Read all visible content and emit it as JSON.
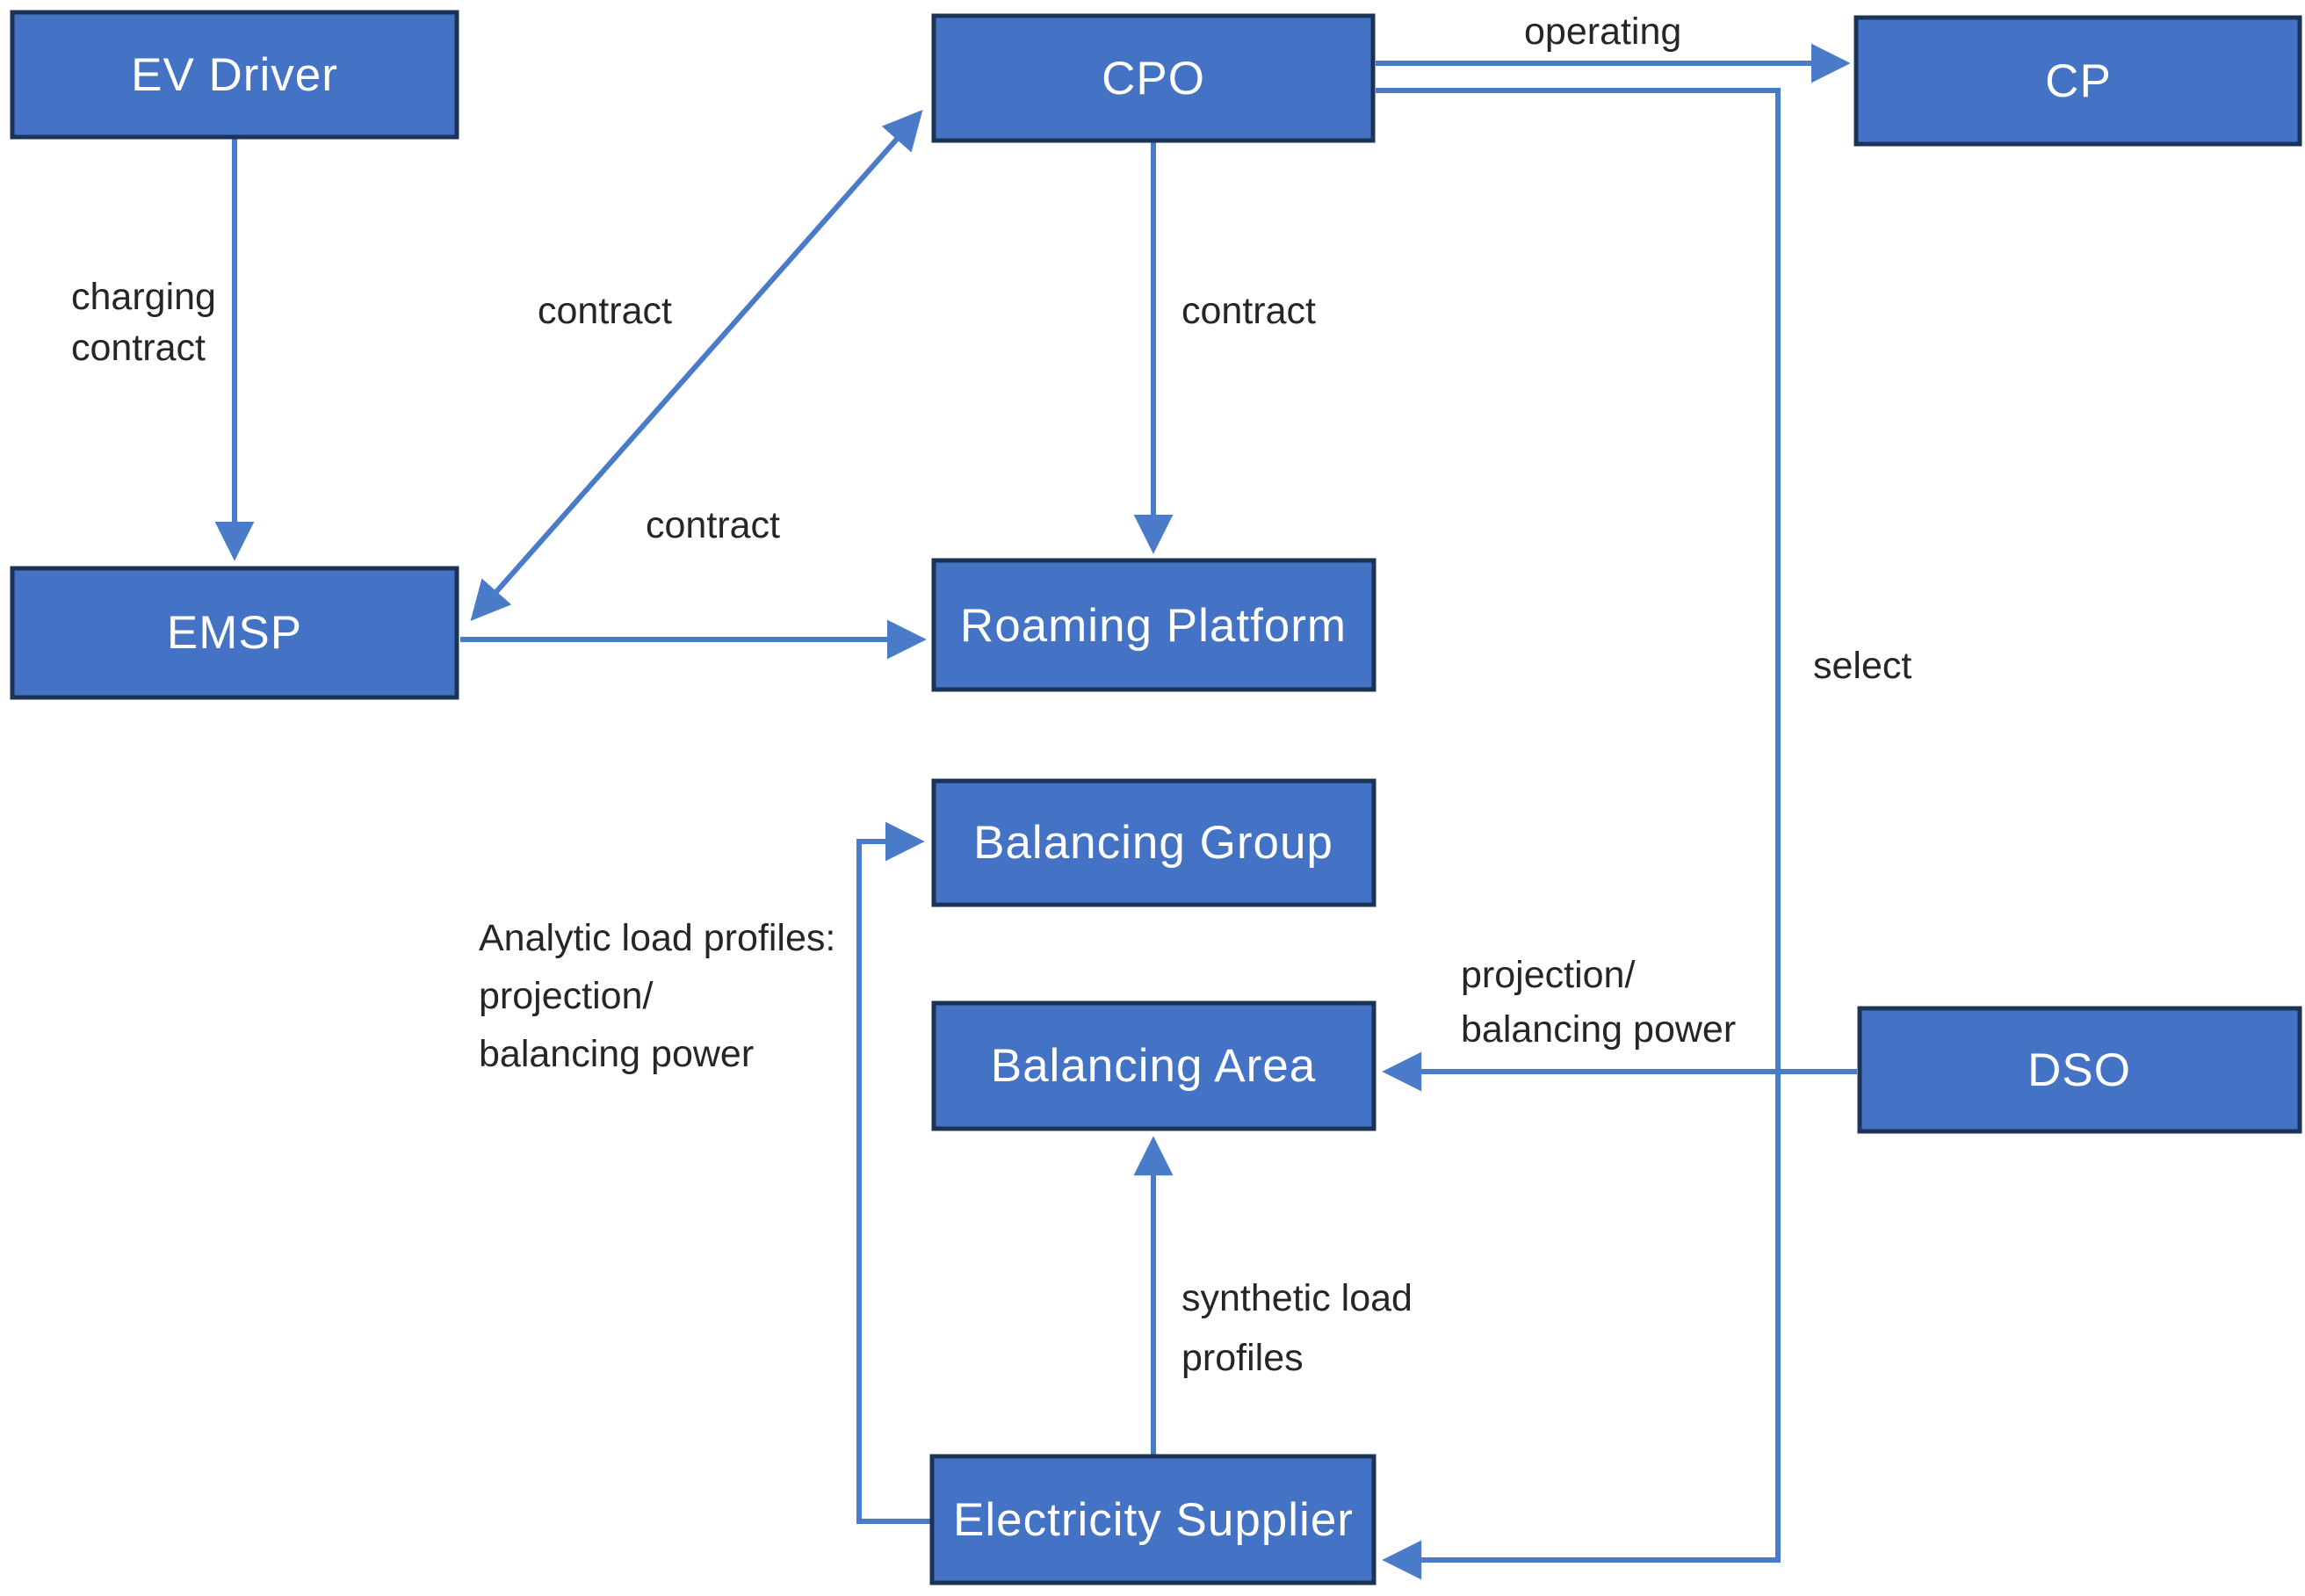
{
  "diagram": {
    "colors": {
      "node_fill": "#4472c4",
      "node_border": "#1b3357",
      "arrow": "#4a7bc9",
      "node_text": "#ffffff",
      "label_text": "#262626",
      "background": "#ffffff"
    },
    "nodes": {
      "ev_driver": "EV Driver",
      "cpo": "CPO",
      "cp": "CP",
      "emsp": "EMSP",
      "roaming_platform": "Roaming Platform",
      "balancing_group": "Balancing Group",
      "balancing_area": "Balancing Area",
      "dso": "DSO",
      "electricity_supplier": "Electricity Supplier"
    },
    "edge_labels": {
      "charging_contract_line1": "charging",
      "charging_contract_line2": "contract",
      "contract_emsp_cpo": "contract",
      "contract_cpo_roaming": "contract",
      "contract_emsp_roaming": "contract",
      "operating": "operating",
      "select": "select",
      "projection_line1": "projection/",
      "projection_line2": "balancing power",
      "synthetic_line1": "synthetic load",
      "synthetic_line2": "profiles",
      "analytic_line1": "Analytic load profiles:",
      "analytic_line2": "projection/",
      "analytic_line3": "balancing power"
    }
  }
}
